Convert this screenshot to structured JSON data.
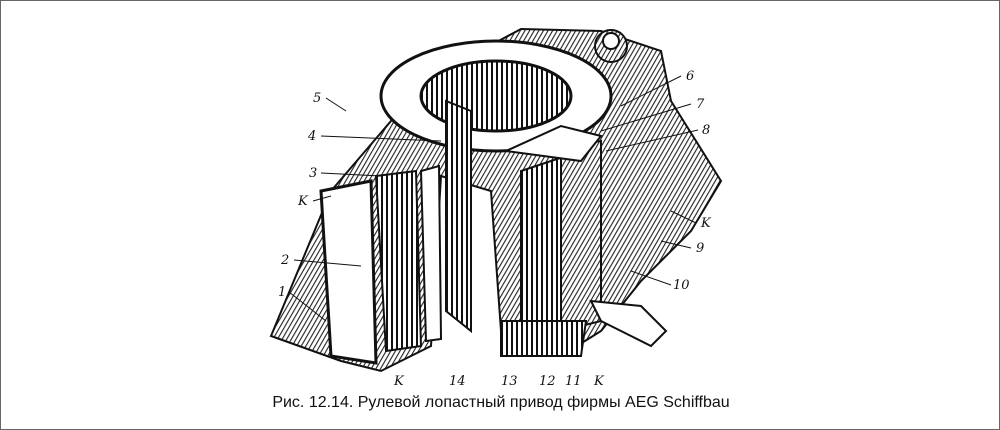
{
  "figure": {
    "caption": "Рис. 12.14. Рулевой лопастный привод фирмы AEG Schiffbau",
    "labels": {
      "l5": "5",
      "l4": "4",
      "l3": "3",
      "lK1": "K",
      "l2": "2",
      "l1": "1",
      "lK2": "K",
      "l14": "14",
      "l13": "13",
      "l12": "12",
      "l11": "11",
      "lK3": "K",
      "l6": "6",
      "l7": "7",
      "l8": "8",
      "lK4": "K",
      "l9": "9",
      "l10": "10"
    }
  }
}
